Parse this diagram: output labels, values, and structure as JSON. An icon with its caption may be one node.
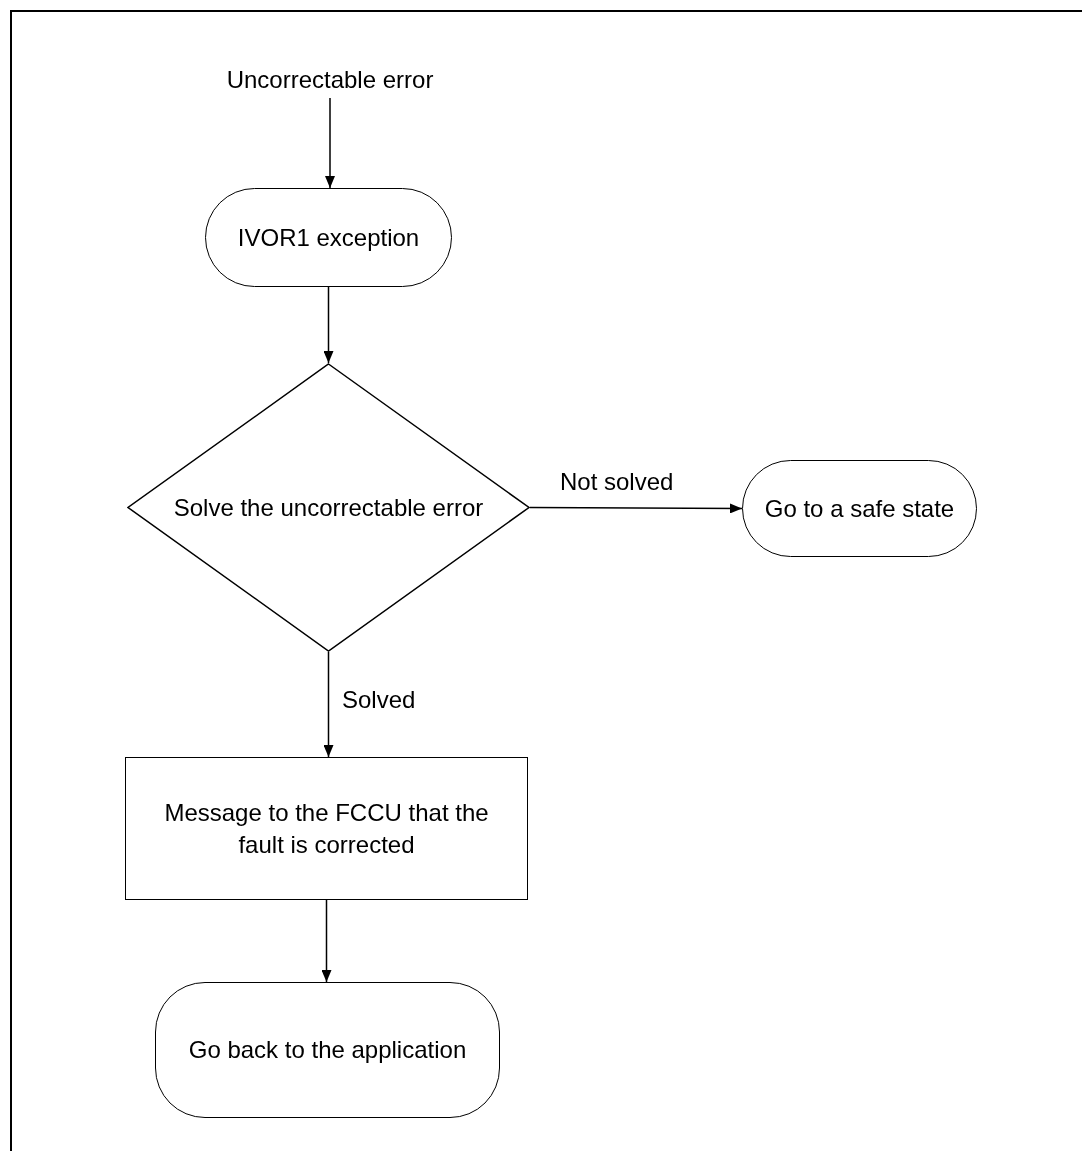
{
  "diagram": {
    "nodes": [
      {
        "text": [
          "Uncorrectable error"
        ]
      },
      {
        "text": [
          "IVOR1 exception"
        ]
      },
      {
        "text": [
          "Solve the uncorrectable error"
        ]
      },
      {
        "text": [
          "Go to a safe state"
        ]
      },
      {
        "text": [
          "Message to the FCCU that the fault is corrected"
        ]
      },
      {
        "text": [
          "Go back to the application"
        ]
      }
    ],
    "edges": [
      {
        "from": 0,
        "to": 1,
        "arrow": "to"
      },
      {
        "from": 1,
        "to": 2,
        "arrow": "to"
      },
      {
        "from": 2,
        "to": 3,
        "arrow": "to",
        "label": "Not solved"
      },
      {
        "from": 2,
        "to": 4,
        "arrow": "to",
        "label": "Solved"
      },
      {
        "from": 4,
        "to": 5,
        "arrow": "to"
      }
    ]
  }
}
